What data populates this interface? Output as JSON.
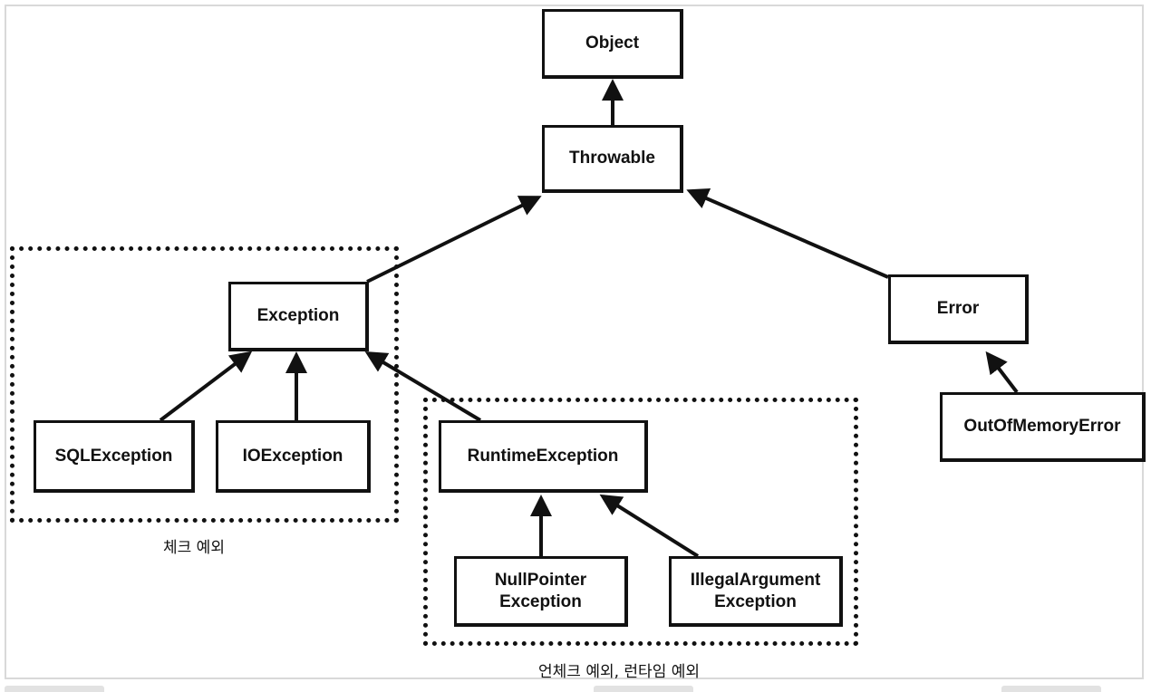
{
  "nodes": {
    "object": "Object",
    "throwable": "Throwable",
    "exception": "Exception",
    "error": "Error",
    "out_of_memory_error": "OutOfMemoryError",
    "sql_exception": "SQLException",
    "io_exception": "IOException",
    "runtime_exception": "RuntimeException",
    "null_pointer_exception": "NullPointer\nException",
    "illegal_argument_exception": "IllegalArgument\nException"
  },
  "groups": {
    "checked": {
      "label": "체크 예외"
    },
    "unchecked": {
      "label": "언체크 예외, 런타임 예외"
    }
  },
  "edges": [
    {
      "from": "Throwable",
      "to": "Object"
    },
    {
      "from": "Exception",
      "to": "Throwable"
    },
    {
      "from": "Error",
      "to": "Throwable"
    },
    {
      "from": "OutOfMemoryError",
      "to": "Error"
    },
    {
      "from": "SQLException",
      "to": "Exception"
    },
    {
      "from": "IOException",
      "to": "Exception"
    },
    {
      "from": "RuntimeException",
      "to": "Exception"
    },
    {
      "from": "NullPointerException",
      "to": "RuntimeException"
    },
    {
      "from": "IllegalArgumentException",
      "to": "RuntimeException"
    }
  ]
}
